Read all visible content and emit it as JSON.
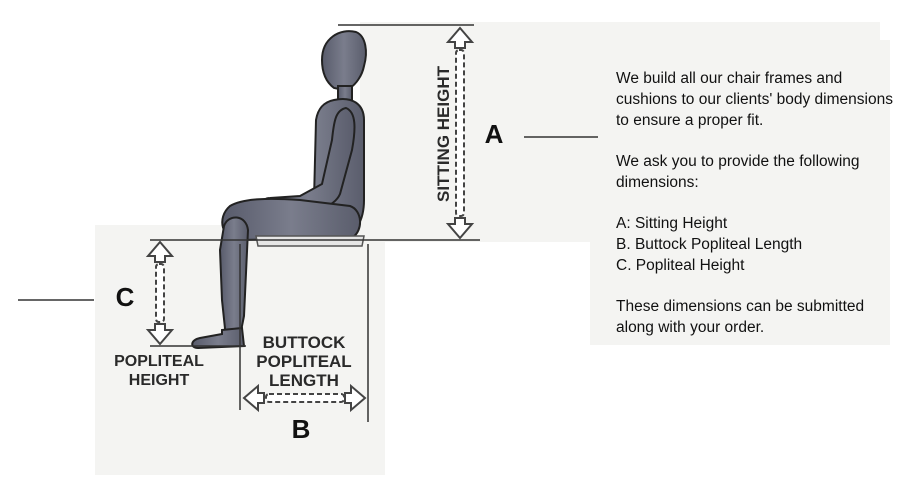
{
  "diagram": {
    "labels": {
      "sitting_height": "SITTING HEIGHT",
      "buttock_line1": "BUTTOCK",
      "buttock_line2": "POPLITEAL",
      "buttock_line3": "LENGTH",
      "popliteal_line1": "POPLITEAL",
      "popliteal_line2": "HEIGHT",
      "letter_a": "A",
      "letter_b": "B",
      "letter_c": "C"
    },
    "colors": {
      "figure_fill": "#6c6f7e",
      "figure_outline": "#222222",
      "arrow_fill": "#ffffff",
      "arrow_stroke": "#444444",
      "background_patch": "#f4f4f2"
    },
    "icons": [
      "seated-person-icon",
      "double-arrow-icon"
    ]
  },
  "info": {
    "intro": "We build all our chair frames and cushions to our clients' body dimensions to ensure a proper fit.",
    "request": "We ask you to provide the following dimensions:",
    "items": [
      "A: Sitting Height",
      "B. Buttock Popliteal Length",
      "C. Popliteal Height"
    ],
    "note": "These dimensions can be submitted along with your order."
  }
}
